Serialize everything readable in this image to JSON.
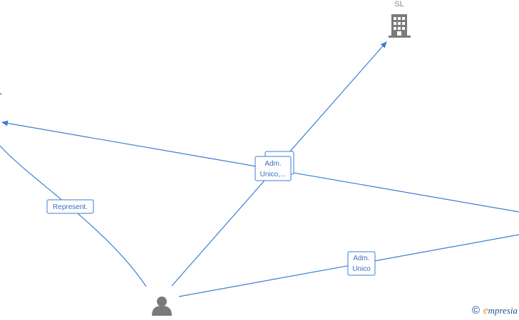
{
  "colors": {
    "edge": "#3a7fd2",
    "icon": "#7a7a7a",
    "label_text": "#3a6fc4"
  },
  "nodes": {
    "company": {
      "label": "SL",
      "icon": "building-icon"
    },
    "person": {
      "icon": "person-icon"
    }
  },
  "edges": {
    "represent": {
      "lines": [
        "Represent."
      ]
    },
    "adm_company": {
      "lines": [
        "Adm.",
        "Unico,..."
      ]
    },
    "adm_right": {
      "lines": [
        "Adm.",
        "Unico"
      ]
    }
  },
  "brand": {
    "copyright": "©",
    "initial": "e",
    "rest": "mpresia"
  }
}
